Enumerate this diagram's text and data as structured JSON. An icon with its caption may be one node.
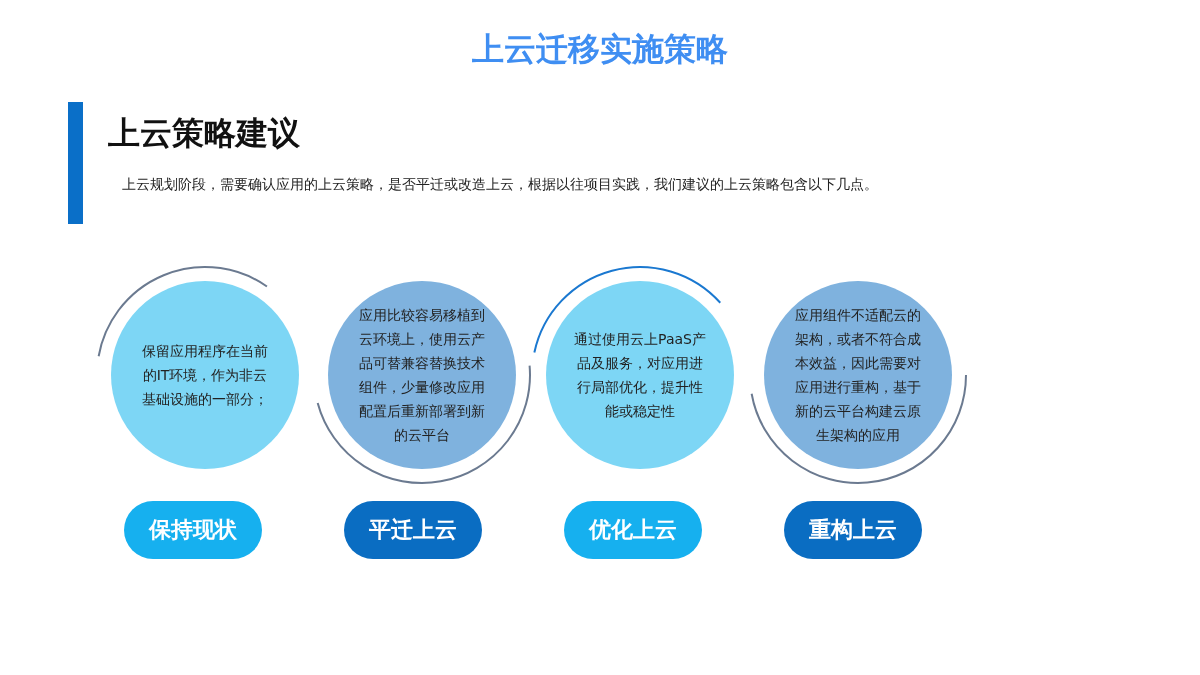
{
  "diagram": {
    "title": "上云迁移实施策略",
    "nodes": [
      {
        "text": [
          "保留应用程序在当前的IT环境，作为非云基础设施的一部分；"
        ]
      },
      {
        "text": [
          "应用比较容易移植到云环境上，使用云产品可替兼容替换技术组件，少量修改应用配置后重新部署到新的云平台"
        ]
      },
      {
        "text": [
          "通过使用云上PaaS产品及服务，对应用进行局部优化，提升性能或稳定性"
        ]
      },
      {
        "text": [
          "应用组件不适配云的架构，或者不符合成本效益，因此需要对应用进行重构，基于新的云平台构建云原生架构的应用"
        ]
      },
      {
        "text": [
          "保持现状"
        ]
      },
      {
        "text": [
          "平迁上云"
        ]
      },
      {
        "text": [
          "优化上云"
        ]
      },
      {
        "text": [
          "重构上云"
        ]
      }
    ],
    "labels": [
      "上云策略建议",
      "上云规划阶段，需要确认应用的上云策略，是否平迁或改造上云，根据以往项目实践，我们建议的上云策略包含以下几点。"
    ]
  }
}
